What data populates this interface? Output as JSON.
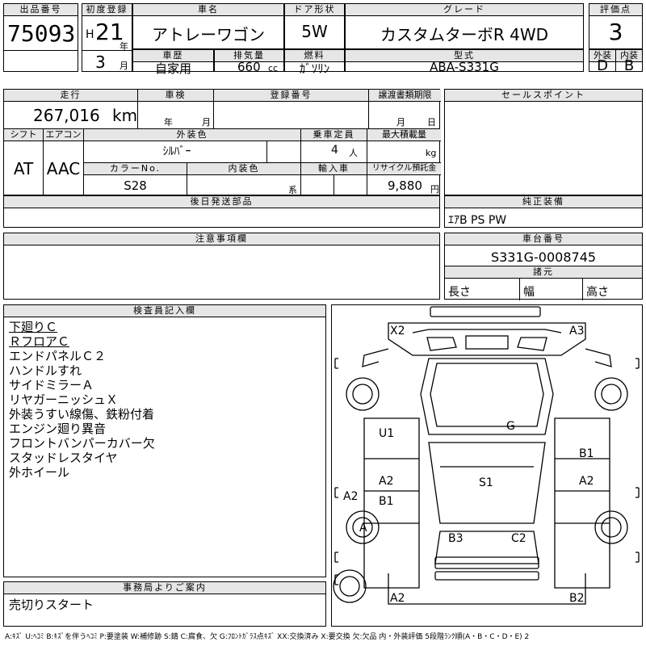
{
  "header": {
    "lot_label": "出品番号",
    "lot_no": "75093",
    "first_reg_label": "初度登録",
    "era": "H",
    "year": "21",
    "year_unit": "年",
    "month": "3",
    "month_unit": "月",
    "car_name_label": "車名",
    "car_name": "アトレーワゴン",
    "door_label": "ドア形状",
    "door": "5W",
    "grade_label": "グレード",
    "grade": "カスタムターボR 4WD",
    "score_label": "評価点",
    "score": "3",
    "ext_label": "外装",
    "ext": "D",
    "int_label": "内装",
    "int": "B",
    "history_label": "車歴",
    "history": "自家用",
    "displacement_label": "排気量",
    "displacement": "660",
    "cc": "cc",
    "fuel_label": "燃料",
    "fuel": "ｶﾞｿﾘﾝ",
    "model_label": "型式",
    "model": "ABA-S331G"
  },
  "row2": {
    "mileage_label": "走行",
    "mileage": "267,016",
    "km": "km",
    "inspection_label": "車検",
    "insp_year": "年",
    "insp_month": "月",
    "reg_label": "登録番号",
    "transfer_label": "譲渡書類期限",
    "tr_month": "月",
    "tr_day": "日",
    "sales_label": "セールスポイント",
    "shift_label": "シフト",
    "shift": "AT",
    "ac_label": "エアコン",
    "ac": "AAC",
    "color_label": "外装色",
    "color": "ｼﾙﾊﾞｰ",
    "seats_label": "乗車定員",
    "seats": "4",
    "seats_unit": "人",
    "load_label": "最大積載量",
    "load_unit": "kg",
    "color_no_label": "カラーNo.",
    "color_no": "S28",
    "interior_color_label": "内装色",
    "interior_suffix": "系",
    "import_label": "輸入車",
    "recycle_label": "リサイクル預託金",
    "recycle": "9,880",
    "yen": "円"
  },
  "row3": {
    "later_label": "後日発送部品",
    "equip_label": "純正装備",
    "equip": "ｴｱB PS PW"
  },
  "row4": {
    "caution_label": "注意事項欄",
    "chassis_label": "車台番号",
    "chassis": "S331G-0008745",
    "dims_label": "諸元",
    "length": "長さ",
    "width": "幅",
    "height": "高さ"
  },
  "inspector": {
    "label": "検査員記入欄",
    "notes": [
      "下廻りＣ",
      "ＲフロアＣ",
      "エンドパネルＣ２",
      "ハンドルすれ",
      "サイドミラーＡ",
      "リヤガーニッシュＸ",
      "外装うすい線傷、鉄粉付着",
      "エンジン廻り異音",
      "フロントバンパーカバー欠",
      "スタッドレスタイヤ",
      "外ホイール"
    ]
  },
  "office": {
    "label": "事務局よりご案内",
    "text": "売切りスタート"
  },
  "diagram": {
    "marks": [
      "X2",
      "A3",
      "G",
      "U1",
      "B1",
      "A2",
      "S1",
      "A2",
      "B1",
      "A2",
      "A",
      "B3",
      "C2",
      "A2",
      "B2"
    ]
  },
  "legend": "A:ｷｽﾞ U:ﾍｺﾐ B:ｷｽﾞを伴うﾍｺﾐ P:要塗装 W:補修跡 S:錆 C:腐食、欠 G:ﾌﾛﾝﾄｶﾞﾗｽ点ｷｽﾞ XX:交換済み X:要交換 欠:欠品 内・外装評価 5段階ﾗﾝｸ順(A・B・C・D・E) 2"
}
